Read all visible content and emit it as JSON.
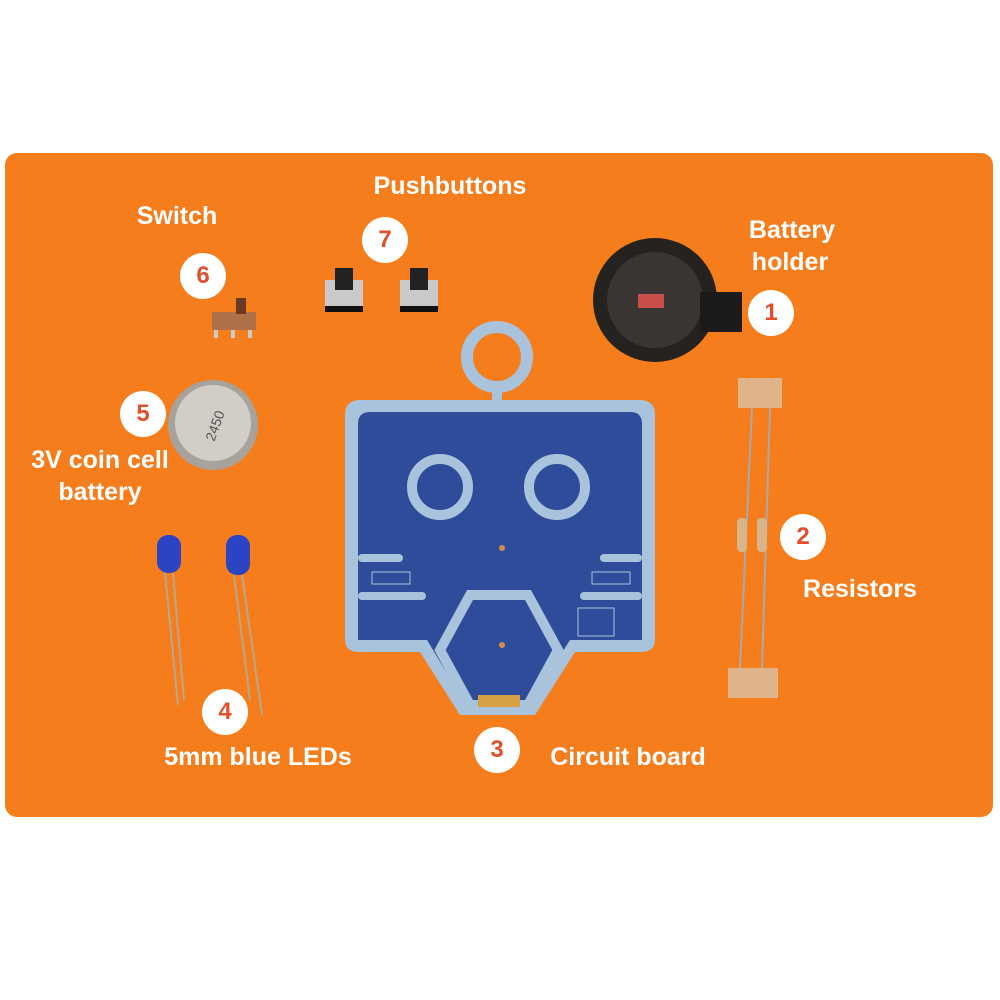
{
  "colors": {
    "background": "#f57d1c",
    "pcb": "#2f4c9a",
    "trace": "#a9c3dc",
    "number": "#e2502b"
  },
  "components": [
    {
      "number": "1",
      "label_lines": [
        "Battery",
        "holder"
      ]
    },
    {
      "number": "2",
      "label_lines": [
        "Resistors"
      ]
    },
    {
      "number": "3",
      "label_lines": [
        "Circuit board"
      ]
    },
    {
      "number": "4",
      "label_lines": [
        "5mm blue LEDs"
      ]
    },
    {
      "number": "5",
      "label_lines": [
        "3V coin cell",
        "battery"
      ]
    },
    {
      "number": "6",
      "label_lines": [
        "Switch"
      ]
    },
    {
      "number": "7",
      "label_lines": [
        "Pushbuttons"
      ]
    }
  ],
  "coin_cell_marking": "2450"
}
